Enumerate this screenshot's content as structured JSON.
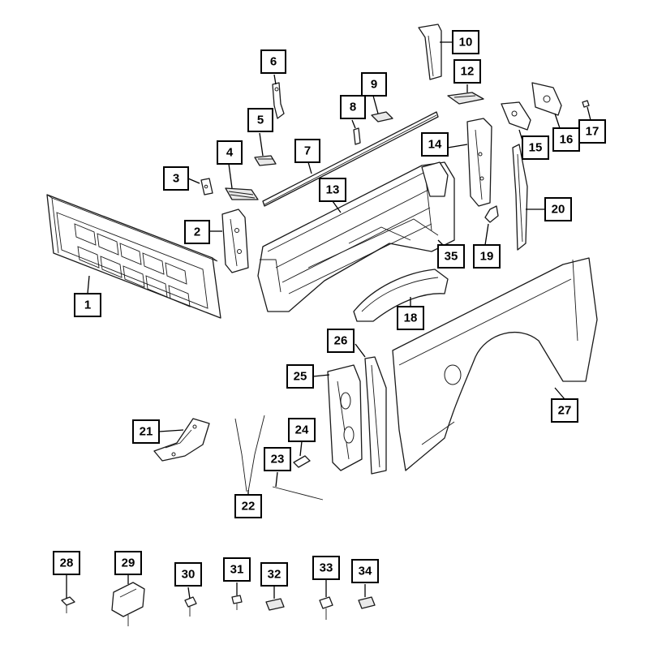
{
  "callouts": [
    {
      "id": "c1",
      "label": "1"
    },
    {
      "id": "c2",
      "label": "2"
    },
    {
      "id": "c3",
      "label": "3"
    },
    {
      "id": "c4",
      "label": "4"
    },
    {
      "id": "c5",
      "label": "5"
    },
    {
      "id": "c6",
      "label": "6"
    },
    {
      "id": "c7",
      "label": "7"
    },
    {
      "id": "c8",
      "label": "8"
    },
    {
      "id": "c9",
      "label": "9"
    },
    {
      "id": "c10",
      "label": "10"
    },
    {
      "id": "c12",
      "label": "12"
    },
    {
      "id": "c13",
      "label": "13"
    },
    {
      "id": "c14",
      "label": "14"
    },
    {
      "id": "c15",
      "label": "15"
    },
    {
      "id": "c16",
      "label": "16"
    },
    {
      "id": "c17",
      "label": "17"
    },
    {
      "id": "c18",
      "label": "18"
    },
    {
      "id": "c19",
      "label": "19"
    },
    {
      "id": "c20",
      "label": "20"
    },
    {
      "id": "c21",
      "label": "21"
    },
    {
      "id": "c22",
      "label": "22"
    },
    {
      "id": "c23",
      "label": "23"
    },
    {
      "id": "c24",
      "label": "24"
    },
    {
      "id": "c25",
      "label": "25"
    },
    {
      "id": "c26",
      "label": "26"
    },
    {
      "id": "c27",
      "label": "27"
    },
    {
      "id": "c28",
      "label": "28"
    },
    {
      "id": "c29",
      "label": "29"
    },
    {
      "id": "c30",
      "label": "30"
    },
    {
      "id": "c31",
      "label": "31"
    },
    {
      "id": "c32",
      "label": "32"
    },
    {
      "id": "c33",
      "label": "33"
    },
    {
      "id": "c34",
      "label": "34"
    },
    {
      "id": "c35",
      "label": "35"
    }
  ]
}
